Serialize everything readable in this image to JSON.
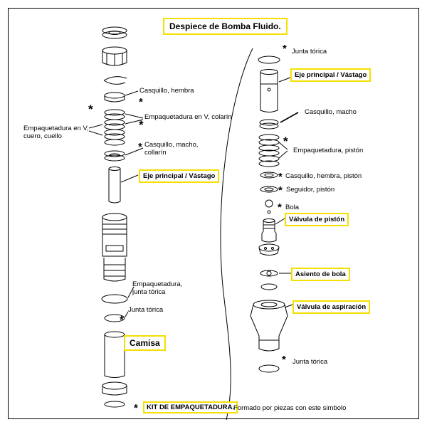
{
  "title": "Despiece de Bomba Fluido.",
  "star": "*",
  "left": {
    "casquillo_hembra": "Casquillo, hembra",
    "empaq_v_colarin": "Empaquetadura en V, colarín",
    "empaq_v_cuero": "Empaquetadura en V, cuero, cuello",
    "casquillo_macho_colarin": "Casquillo, macho, collarín",
    "eje": "Eje principal / Vástago",
    "empaq_junta": "Empaquetadura, junta tórica",
    "junta_torica": "Junta tórica",
    "camisa": "Camisa"
  },
  "right": {
    "junta_torica_top": "Junta tórica",
    "eje": "Eje principal / Vástago",
    "casquillo_macho": "Casquillo, macho",
    "empaq_piston": "Empaquetadura, pistón",
    "casquillo_hembra_piston": "Casquillo, hembra, pistón",
    "seguidor_piston": "Seguidor, pistón",
    "bola": "Bola",
    "valvula_piston": "Válvula de pistón",
    "asiento_bola": "Asiento de bola",
    "valvula_aspiracion": "Válvula de aspiración",
    "junta_torica_bottom": "Junta tórica"
  },
  "footer": {
    "kit": "KIT DE EMPAQUETADURA.",
    "rest": "Formado por piezas con este simbolo"
  },
  "colors": {
    "highlight": "#f5e000",
    "ink": "#000000"
  }
}
